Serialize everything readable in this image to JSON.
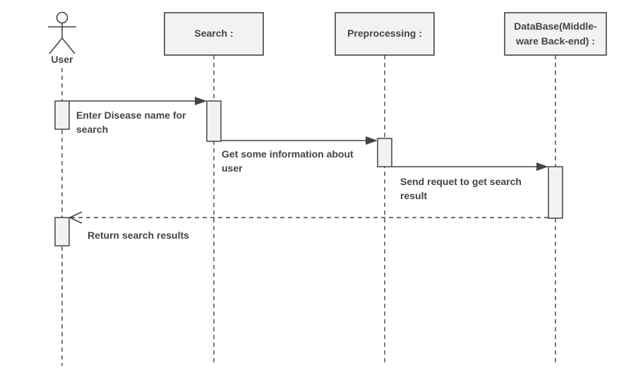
{
  "diagram": {
    "actor": {
      "label": "User"
    },
    "participants": [
      {
        "id": "search",
        "lines": [
          "Search :"
        ]
      },
      {
        "id": "preprocessing",
        "lines": [
          "Preprocessing :"
        ]
      },
      {
        "id": "database",
        "lines": [
          "DataBase(Middle-",
          "ware Back-end) :"
        ]
      }
    ],
    "messages": [
      {
        "from": "user",
        "to": "search",
        "kind": "sync",
        "lines": [
          "Enter Disease name for",
          "search"
        ]
      },
      {
        "from": "search",
        "to": "preprocessing",
        "kind": "sync",
        "lines": [
          "Get some information about",
          "user"
        ]
      },
      {
        "from": "preprocessing",
        "to": "database",
        "kind": "sync",
        "lines": [
          "Send requet to get search",
          "result"
        ]
      },
      {
        "from": "database",
        "to": "user",
        "kind": "return",
        "lines": [
          "Return search results"
        ]
      }
    ]
  },
  "colors": {
    "stroke": "#444444",
    "fill": "#f2f2f2",
    "text": "#444444"
  }
}
